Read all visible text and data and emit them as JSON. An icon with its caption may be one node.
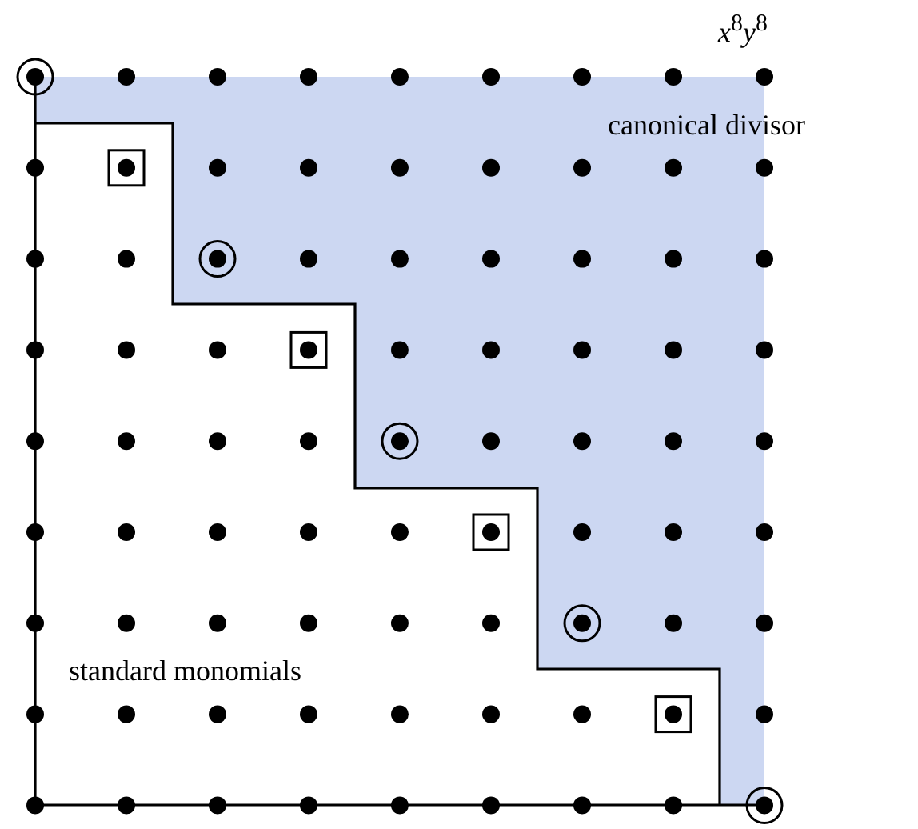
{
  "diagram": {
    "labels": [
      "*x*$^{8}$*y*$^{8}$",
      "canonical divisor",
      "standard monomials"
    ]
  }
}
